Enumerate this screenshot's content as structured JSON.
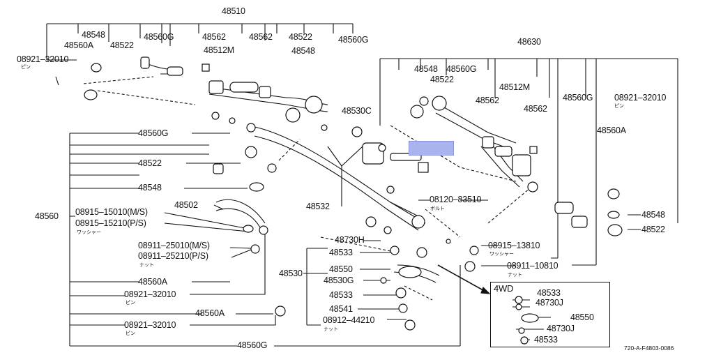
{
  "labels": {
    "p48510": "48510",
    "p48548_a": "48548",
    "p48560a_a": "48560A",
    "p48522_a": "48522",
    "p48560g_a": "48560G",
    "p48562_a": "48562",
    "p48562_b": "48562",
    "p48512m_a": "48512M",
    "p48548_b": "48548",
    "p48522_b": "48522",
    "p48560g_b": "48560G",
    "p08921_a": "08921–32010",
    "pin_a": "ピン",
    "p48630": "48630",
    "p48548_c": "48548",
    "p48560g_c": "48560G",
    "p48522_c": "48522",
    "p48512m_b": "48512M",
    "p48562_c": "48562",
    "p48562_d": "48562",
    "p48560g_d": "48560G",
    "p08921_b": "08921–32010",
    "pin_b": "ピン",
    "p48560a_b": "48560A",
    "p48530c": "48530C",
    "p48560g_e": "48560G",
    "p48522_d": "48522",
    "p48548_d": "48548",
    "p48560": "48560",
    "p08915_ms": "08915–15010(M/S)",
    "p08915_ps": "08915–15210(P/S)",
    "washer_a": "ワッシャー",
    "p48502": "48502",
    "p08911_ms": "08911–25010(M/S)",
    "p08911_ps": "08911–25210(P/S)",
    "nut_a": "ナット",
    "p48532": "48532",
    "p08120": "08120–83510",
    "bolt": "ボルト",
    "p48730h": "48730H",
    "p48533_a": "48533",
    "p48530": "48530",
    "p48550_a": "48550",
    "p48530g": "48530G",
    "p48533_b": "48533",
    "p48541": "48541",
    "p08912": "08912–44210",
    "nut_b": "ナット",
    "p48560a_c": "48560A",
    "p08921_c": "08921–32010",
    "pin_c": "ピン",
    "p48560a_d": "48560A",
    "p08921_d": "08921–32010",
    "pin_d": "ピン",
    "p48560g_f": "48560G",
    "p48548_e": "48548",
    "p48522_e": "48522",
    "p08915_b": "08915–13810",
    "washer_b": "ワッシャー",
    "p08911_b": "08911–10810",
    "nut_c": "ナット",
    "w4d": "4WD",
    "p48533_c": "48533",
    "p48730j_a": "48730J",
    "p48550_b": "48550",
    "p48730j_b": "48730J",
    "p48533_d": "48533",
    "ref": "720-A-F4803-0086"
  },
  "highlight_color": "#a9b4ee"
}
